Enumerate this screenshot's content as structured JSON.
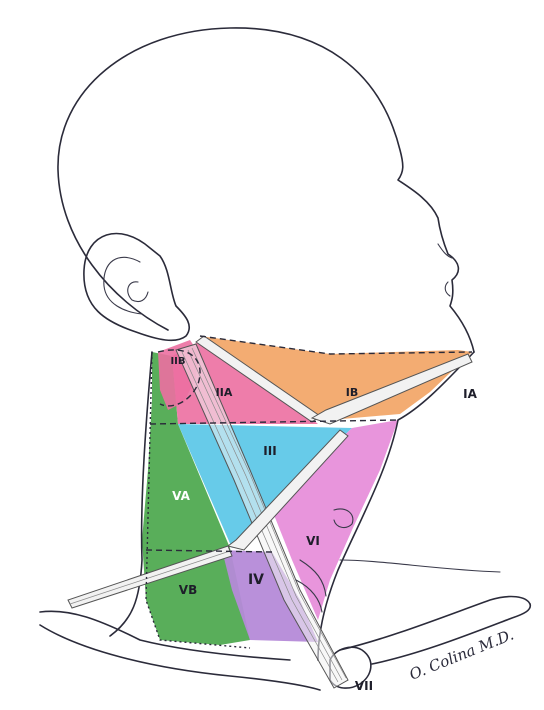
{
  "levels": {
    "ia": "IA",
    "ib": "IB",
    "iia": "IIA",
    "iib": "IIB",
    "iii": "III",
    "iv": "IV",
    "va": "VA",
    "vb": "VB",
    "vi": "VI",
    "vii": "VII"
  },
  "signature": "O. Colina M.D.",
  "colors": {
    "level_i": "#f2a86a",
    "level_iia": "#ec6fa1",
    "level_iii": "#5fc8e8",
    "level_iv": "#b58ad8",
    "level_v": "#47a548",
    "level_vi": "#e58ad8",
    "outline": "#2b2b3a"
  }
}
